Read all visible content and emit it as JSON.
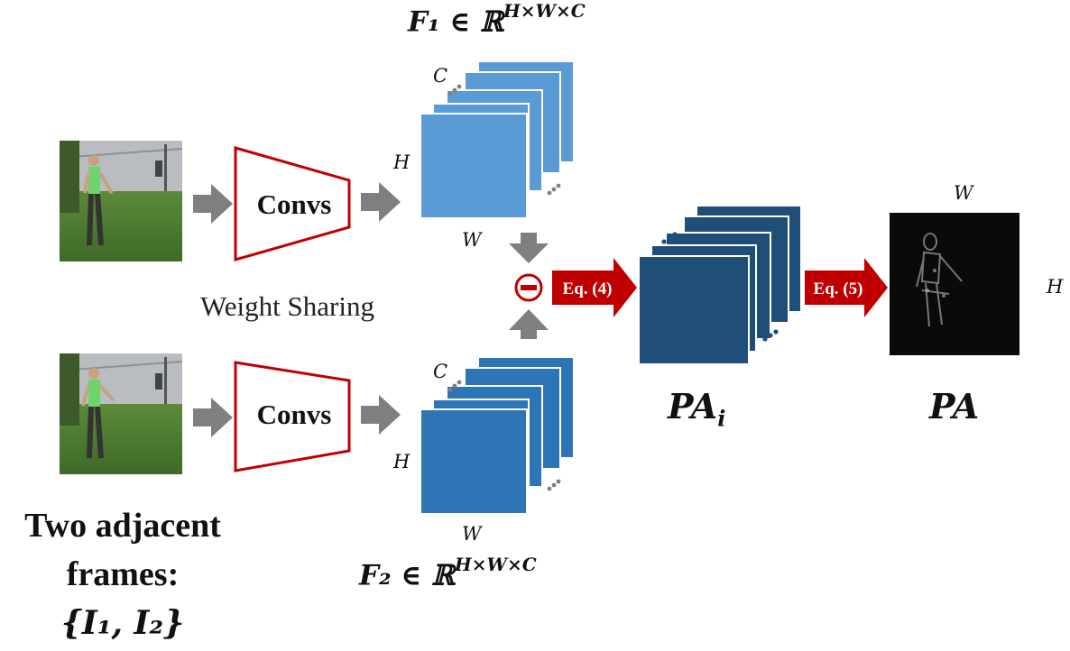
{
  "frames": {
    "caption_line1": "Two adjacent",
    "caption_line2": "frames:",
    "caption_line3": "{I₁, I₂}"
  },
  "encoder": {
    "top_label": "Convs",
    "bottom_label": "Convs",
    "sharing_label": "Weight Sharing"
  },
  "features": {
    "f1_label": "F₁ ∈ ℝ",
    "f1_superscript": "H×W×C",
    "f2_label": "F₂ ∈ ℝ",
    "f2_superscript": "H×W×C",
    "dim_c": "C",
    "dim_h": "H",
    "dim_w": "W"
  },
  "operations": {
    "subtract_symbol": "⊖",
    "eq4_label": "Eq. (4)",
    "eq5_label": "Eq. (5)"
  },
  "outputs": {
    "pai_label": "PA",
    "pai_subscript": "i",
    "pa_label": "PA",
    "pa_dim_w": "W",
    "pa_dim_h": "H"
  },
  "colors": {
    "f1_fill": "#5b9bd5",
    "f2_fill": "#2e75b6",
    "pai_fill": "#1f4e79",
    "arrow_gray": "#7f7f7f",
    "eq_red": "#c00000",
    "encoder_outline": "#c00000"
  }
}
